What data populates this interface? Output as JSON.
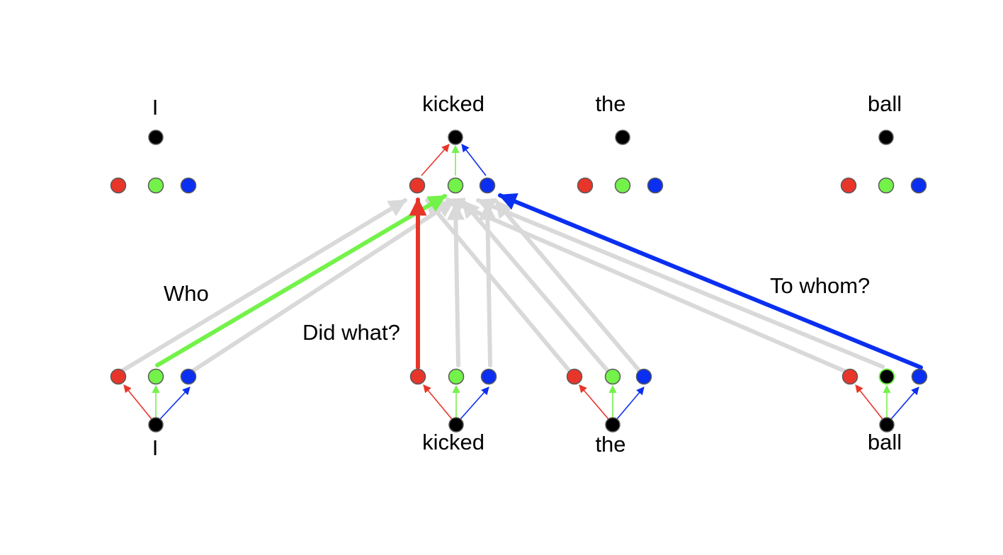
{
  "colors": {
    "red": "#e8352a",
    "green": "#73f24a",
    "blue": "#0a2ff0",
    "black": "#000000",
    "gray_arrow": "#d9d9d9",
    "node_outline": "#5a5a5a"
  },
  "top_words": [
    {
      "label": "I"
    },
    {
      "label": "kicked"
    },
    {
      "label": "the"
    },
    {
      "label": "ball"
    }
  ],
  "bottom_words": [
    {
      "label": "I"
    },
    {
      "label": "kicked"
    },
    {
      "label": "the"
    },
    {
      "label": "ball"
    }
  ],
  "questions": {
    "who": "Who",
    "did_what": "Did what?",
    "to_whom": "To whom?"
  }
}
